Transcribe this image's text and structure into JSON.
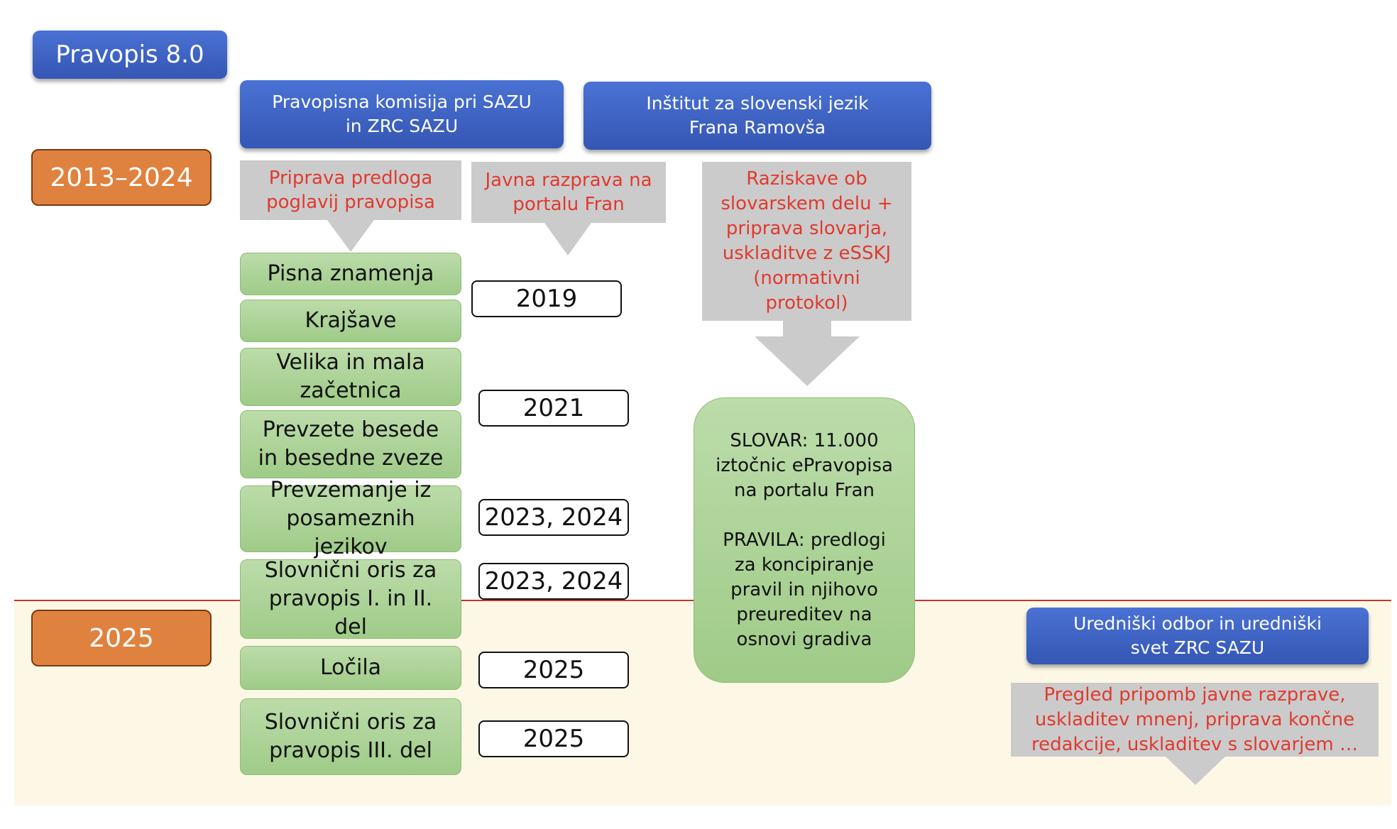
{
  "title": "Pravopis 8.0",
  "periods": {
    "first": "2013–2024",
    "second": "2025"
  },
  "orgs": {
    "commission": "Pravopisna komisija pri SAZU in ZRC SAZU",
    "institute": "Inštitut za slovenski jezik Frana Ramovša",
    "board": "Uredniški odbor in uredniški svet ZRC SAZU"
  },
  "processes": {
    "chapters": "Priprava predloga poglavij pravopisa",
    "debate": "Javna razprava na portalu Fran",
    "research": "Raziskave ob slovarskem delu + priprava slovarja, uskladitve z eSSKJ (normativni protokol)",
    "review": "Pregled pripomb javne razprave, uskladitev mnenj, priprava končne redakcije, uskladitev s slovarjem …"
  },
  "chapters": [
    "Pisna znamenja",
    "Krajšave",
    "Velika in mala začetnica",
    "Prevzete besede in besedne zveze",
    "Prevzemanje iz posameznih jezikov",
    "Slovnični oris za pravopis I. in II. del",
    "Ločila",
    "Slovnični oris za pravopis III. del"
  ],
  "years": [
    "2019",
    "2021",
    "2023, 2024",
    "2023, 2024",
    "2025",
    "2025"
  ],
  "outcome": {
    "slovar": "SLOVAR: 11.000 iztočnic ePravopisa na portalu Fran",
    "pravila": "PRAVILA: predlogi za koncipiranje pravil in njihovo preureditev na osnovi gradiva"
  },
  "colors": {
    "blue": "#3f63c6",
    "orange": "#e0823f",
    "green": "#a9d18e",
    "gray": "#cbcbcb",
    "red_text": "#e03a2f",
    "band": "#fdf7e6"
  }
}
